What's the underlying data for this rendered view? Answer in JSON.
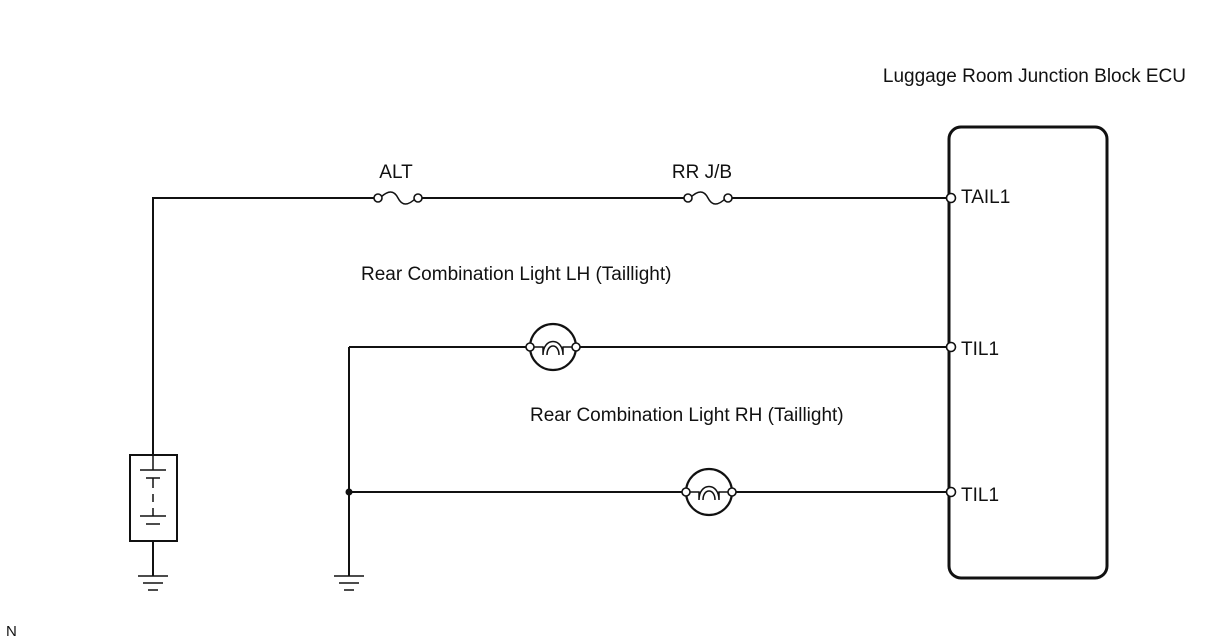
{
  "ecu": {
    "title": "Luggage Room Junction Block ECU",
    "terminals": [
      "TAIL1",
      "TIL1",
      "TIL1"
    ]
  },
  "fuses": {
    "alt": "ALT",
    "rr_jb": "RR J/B"
  },
  "lights": {
    "lh": "Rear Combination Light LH (Taillight)",
    "rh": "Rear Combination Light RH (Taillight)"
  },
  "corner_label": "N"
}
